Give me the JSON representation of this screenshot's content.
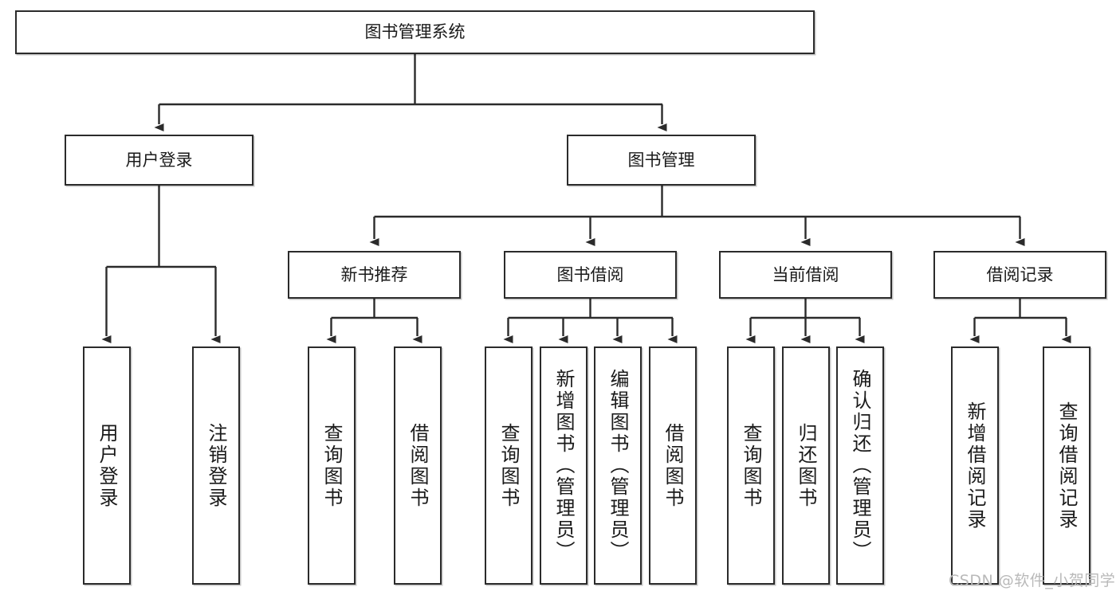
{
  "diagram": {
    "title": "图书管理系统",
    "type": "tree-hierarchy-chart",
    "root": {
      "id": "root",
      "label": "图书管理系统"
    },
    "level1": [
      {
        "id": "user-login",
        "label": "用户登录"
      },
      {
        "id": "book-management",
        "label": "图书管理"
      }
    ],
    "level2": [
      {
        "id": "new-book-recommend",
        "label": "新书推荐",
        "parent": "book-management"
      },
      {
        "id": "book-borrow",
        "label": "图书借阅",
        "parent": "book-management"
      },
      {
        "id": "current-borrow",
        "label": "当前借阅",
        "parent": "book-management"
      },
      {
        "id": "borrow-record",
        "label": "借阅记录",
        "parent": "book-management"
      }
    ],
    "leaves": {
      "user_login": [
        {
          "id": "leaf-user-login",
          "label": "用户登录"
        },
        {
          "id": "leaf-logout-login",
          "label": "注销登录"
        }
      ],
      "new_book_recommend": [
        {
          "id": "leaf-query-book-1",
          "label": "查询图书"
        },
        {
          "id": "leaf-borrow-book-1",
          "label": "借阅图书"
        }
      ],
      "book_borrow": [
        {
          "id": "leaf-query-book-2",
          "label": "查询图书"
        },
        {
          "id": "leaf-add-book-admin",
          "label": "新增图书（管理员）"
        },
        {
          "id": "leaf-edit-book-admin",
          "label": "编辑图书（管理员）"
        },
        {
          "id": "leaf-borrow-book-2",
          "label": "借阅图书"
        }
      ],
      "current_borrow": [
        {
          "id": "leaf-query-book-3",
          "label": "查询图书"
        },
        {
          "id": "leaf-return-book",
          "label": "归还图书"
        },
        {
          "id": "leaf-confirm-return-admin",
          "label": "确认归还（管理员）"
        }
      ],
      "borrow_record": [
        {
          "id": "leaf-add-borrow-record",
          "label": "新增借阅记录"
        },
        {
          "id": "leaf-query-borrow-record",
          "label": "查询借阅记录"
        }
      ]
    }
  },
  "watermark": {
    "text": "CSDN @软件_小贺同学"
  },
  "colors": {
    "stroke": "#2b2b2b",
    "fill": "#ffffff",
    "text": "#1a1a1a",
    "watermark": "#b9b9b9"
  }
}
